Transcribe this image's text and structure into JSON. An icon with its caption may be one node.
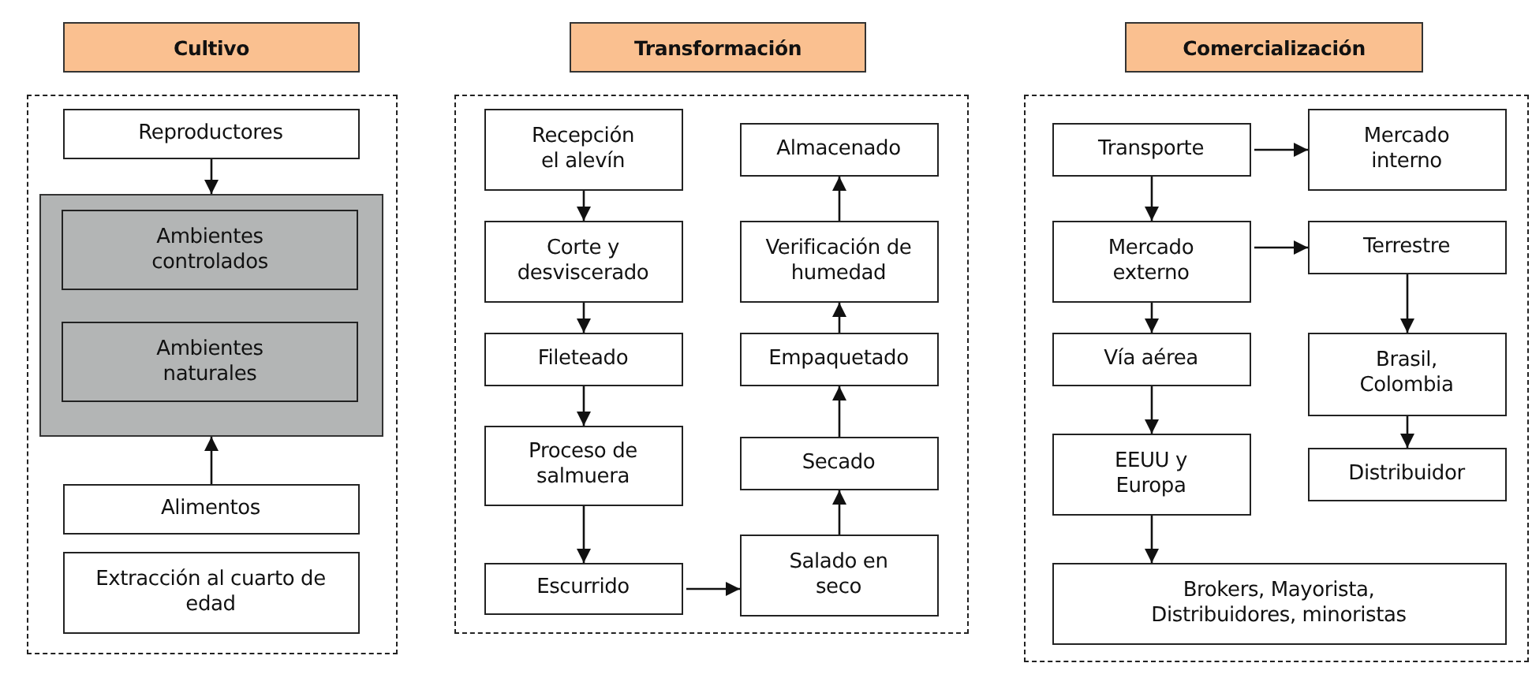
{
  "diagram": {
    "nodes": [
      {
        "text": [
          "Cultivo"
        ]
      },
      {
        "text": [],
        "shape": "box"
      },
      {
        "text": [
          "Reproductores"
        ],
        "in": 1
      },
      {
        "text": [],
        "shape": "box",
        "in": 1
      },
      {
        "text": [
          "Ambientes controlados"
        ],
        "in": 3
      },
      {
        "text": [
          "Ambientes naturales"
        ],
        "in": 3
      },
      {
        "text": [
          "Alimentos"
        ],
        "in": 1
      },
      {
        "text": [
          "Extracción al cuarto de edad"
        ],
        "in": 1
      },
      {
        "text": [
          "Transformación"
        ]
      },
      {
        "text": [],
        "shape": "box"
      },
      {
        "text": [
          "Recepción el alevín"
        ],
        "in": 9
      },
      {
        "text": [
          "Corte y desviscerado"
        ],
        "in": 9
      },
      {
        "text": [
          "Fileteado"
        ],
        "in": 9
      },
      {
        "text": [
          "Proceso de salmuera"
        ],
        "in": 9
      },
      {
        "text": [
          "Escurrido"
        ],
        "in": 9
      },
      {
        "text": [
          "Almacenado"
        ],
        "in": 9
      },
      {
        "text": [
          "Verificación de humedad"
        ],
        "in": 9
      },
      {
        "text": [
          "Empaquetado"
        ],
        "in": 9
      },
      {
        "text": [
          "Secado"
        ],
        "in": 9
      },
      {
        "text": [
          "Salado en seco"
        ],
        "in": 9
      },
      {
        "text": [
          "Comercialización"
        ]
      },
      {
        "text": [],
        "shape": "box"
      },
      {
        "text": [
          "Transporte"
        ],
        "in": 21
      },
      {
        "text": [
          "Mercado interno"
        ],
        "in": 21
      },
      {
        "text": [
          "Mercado externo"
        ],
        "in": 21
      },
      {
        "text": [
          "Terrestre"
        ],
        "in": 21
      },
      {
        "text": [
          "Vía aérea"
        ],
        "in": 21
      },
      {
        "text": [
          "Brasil, Colombia"
        ],
        "in": 21
      },
      {
        "text": [
          "EEUU y Europa"
        ],
        "in": 21
      },
      {
        "text": [
          "Distribuidor"
        ],
        "in": 21
      },
      {
        "text": [
          "Brokers, Mayorista, Distribuidores, minoristas"
        ],
        "in": 21
      }
    ],
    "edges": [
      {
        "from": 2,
        "to": 3,
        "arrow": "to"
      },
      {
        "from": 6,
        "to": 3,
        "arrow": "to"
      },
      {
        "from": 10,
        "to": 11,
        "arrow": "to"
      },
      {
        "from": 11,
        "to": 12,
        "arrow": "to"
      },
      {
        "from": 12,
        "to": 13,
        "arrow": "to"
      },
      {
        "from": 13,
        "to": 14,
        "arrow": "to"
      },
      {
        "from": 14,
        "to": 19,
        "arrow": "to"
      },
      {
        "from": 19,
        "to": 18,
        "arrow": "to"
      },
      {
        "from": 18,
        "to": 17,
        "arrow": "to"
      },
      {
        "from": 17,
        "to": 16,
        "arrow": "to"
      },
      {
        "from": 16,
        "to": 15,
        "arrow": "to"
      },
      {
        "from": 22,
        "to": 23,
        "arrow": "to"
      },
      {
        "from": 22,
        "to": 24,
        "arrow": "to"
      },
      {
        "from": 24,
        "to": 25,
        "arrow": "to"
      },
      {
        "from": 24,
        "to": 26,
        "arrow": "to"
      },
      {
        "from": 25,
        "to": 27,
        "arrow": "to"
      },
      {
        "from": 26,
        "to": 28,
        "arrow": "to"
      },
      {
        "from": 27,
        "to": 29,
        "arrow": "to"
      },
      {
        "from": 28,
        "to": 30,
        "arrow": "to"
      }
    ]
  }
}
